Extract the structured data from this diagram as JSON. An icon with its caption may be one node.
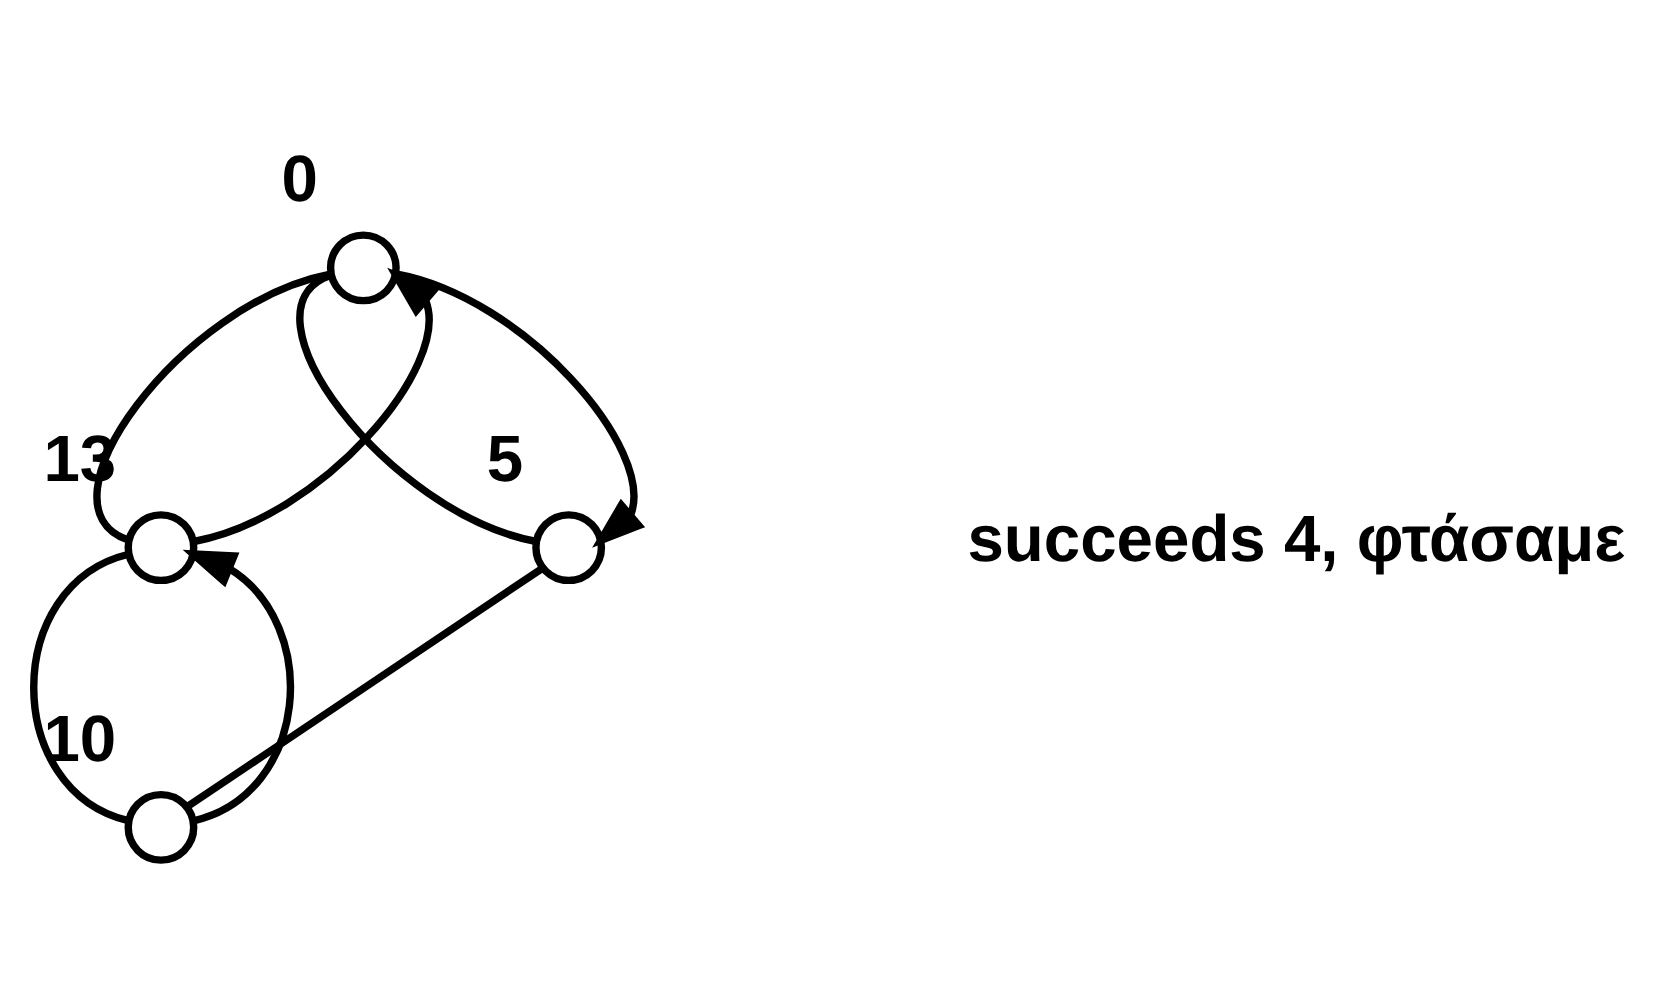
{
  "diagram": {
    "nodes": [
      {
        "text": [],
        "shape": "circle",
        "beside": [
          "0"
        ]
      },
      {
        "text": [],
        "shape": "circle",
        "beside": [
          "13"
        ]
      },
      {
        "text": [],
        "shape": "circle",
        "beside": [
          "5"
        ]
      },
      {
        "text": [],
        "shape": "circle",
        "beside": [
          "10"
        ]
      }
    ],
    "edges": [
      {
        "from": 0,
        "to": 2,
        "arrow": "none"
      },
      {
        "from": 2,
        "to": 3,
        "arrow": "none"
      },
      {
        "from": 3,
        "to": 1,
        "arrow": "none"
      },
      {
        "from": 1,
        "to": 0,
        "arrow": "none"
      },
      {
        "from": 3,
        "to": 1,
        "arrow": "to"
      },
      {
        "from": 1,
        "to": 0,
        "arrow": "to"
      },
      {
        "from": 0,
        "to": 2,
        "arrow": "to"
      }
    ],
    "labels": [
      "succeeds 4, φτάσαμε"
    ]
  }
}
